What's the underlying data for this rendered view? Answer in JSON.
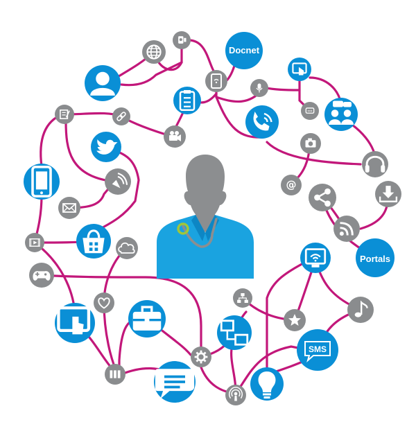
{
  "colors": {
    "link": "#c2177a",
    "blue": "#0a8fd6",
    "gray": "#8a8c8e",
    "grayDark": "#6d6e71",
    "doctorGray": "#8c8e90",
    "coat": "#1aa3e0",
    "ring": "#9fc63b"
  },
  "labels": {
    "docnet": "Docnet",
    "portals": "Portals",
    "sms": "SMS"
  },
  "nodes": [
    {
      "name": "globe-icon",
      "color": "gray"
    },
    {
      "name": "video-phone-icon",
      "color": "gray"
    },
    {
      "name": "docnet-node",
      "color": "blue"
    },
    {
      "name": "user-profile-icon",
      "color": "blue"
    },
    {
      "name": "tablet-wifi-icon",
      "color": "gray"
    },
    {
      "name": "touch-screen-icon",
      "color": "blue"
    },
    {
      "name": "clipboard-icon",
      "color": "blue"
    },
    {
      "name": "microphone-icon",
      "color": "gray"
    },
    {
      "name": "notes-icon",
      "color": "gray"
    },
    {
      "name": "link-icon",
      "color": "gray"
    },
    {
      "name": "phone-call-icon",
      "color": "blue"
    },
    {
      "name": "chat-bubble-icon",
      "color": "gray"
    },
    {
      "name": "group-chat-icon",
      "color": "blue"
    },
    {
      "name": "video-camera-icon",
      "color": "gray"
    },
    {
      "name": "twitter-bird-icon",
      "color": "blue"
    },
    {
      "name": "camera-icon",
      "color": "gray"
    },
    {
      "name": "smartphone-icon",
      "color": "blue"
    },
    {
      "name": "broadcast-icon",
      "color": "gray"
    },
    {
      "name": "headphones-icon",
      "color": "gray"
    },
    {
      "name": "at-sign-icon",
      "color": "gray"
    },
    {
      "name": "share-icon",
      "color": "gray"
    },
    {
      "name": "download-icon",
      "color": "gray"
    },
    {
      "name": "mail-icon",
      "color": "gray"
    },
    {
      "name": "shopping-bag-icon",
      "color": "blue"
    },
    {
      "name": "rss-icon",
      "color": "gray"
    },
    {
      "name": "video-player-icon",
      "color": "gray"
    },
    {
      "name": "cloud-icon",
      "color": "gray"
    },
    {
      "name": "portals-node",
      "color": "blue"
    },
    {
      "name": "wifi-screen-icon",
      "color": "blue"
    },
    {
      "name": "gamepad-icon",
      "color": "gray"
    },
    {
      "name": "sitemap-icon",
      "color": "gray"
    },
    {
      "name": "heart-icon",
      "color": "gray"
    },
    {
      "name": "music-note-icon",
      "color": "gray"
    },
    {
      "name": "touch-tablet-icon",
      "color": "blue"
    },
    {
      "name": "briefcase-icon",
      "color": "blue"
    },
    {
      "name": "star-icon",
      "color": "gray"
    },
    {
      "name": "network-screens-icon",
      "color": "blue"
    },
    {
      "name": "sms-node",
      "color": "blue"
    },
    {
      "name": "settings-gear-icon",
      "color": "gray"
    },
    {
      "name": "server-icon",
      "color": "gray"
    },
    {
      "name": "speech-bubble-icon",
      "color": "blue"
    },
    {
      "name": "lightbulb-icon",
      "color": "blue"
    },
    {
      "name": "podcast-icon",
      "color": "gray"
    },
    {
      "name": "doctor-figure",
      "color": "coat"
    }
  ]
}
